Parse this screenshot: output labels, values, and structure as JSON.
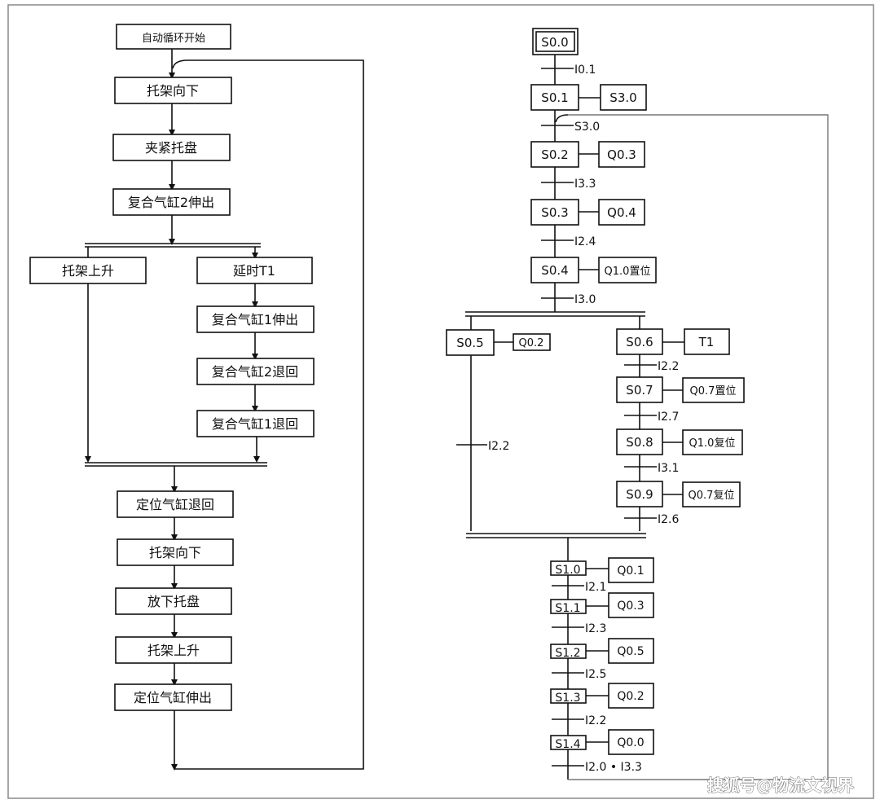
{
  "left_flow": {
    "start": "自动循环开始",
    "steps_top": [
      "托架向下",
      "夹紧托盘",
      "复合气缸2伸出"
    ],
    "branch_left": "托架上升",
    "branch_right": [
      "延时T1",
      "复合气缸1伸出",
      "复合气缸2退回",
      "复合气缸1退回"
    ],
    "steps_bottom": [
      "定位气缸退回",
      "托架向下",
      "放下托盘",
      "托架上升",
      "定位气缸伸出"
    ]
  },
  "right_sfc": {
    "init_step": "S0.0",
    "transitions": {
      "t_s00": "I0.1",
      "t_s01": "S3.0",
      "t_s02": "I3.3",
      "t_s03": "I2.4",
      "t_s04": "I3.0",
      "t_s05": "I2.2",
      "t_s06": "I2.2",
      "t_s07": "I2.7",
      "t_s08": "I3.1",
      "t_s09": "I2.6",
      "t_s10": "I2.1",
      "t_s11": "I2.3",
      "t_s12": "I2.5",
      "t_s13": "I2.2",
      "t_s14": "I2.0 • I3.3"
    },
    "steps": {
      "s01": {
        "name": "S0.1",
        "action": "S3.0"
      },
      "s02": {
        "name": "S0.2",
        "action": "Q0.3"
      },
      "s03": {
        "name": "S0.3",
        "action": "Q0.4"
      },
      "s04": {
        "name": "S0.4",
        "action": "Q1.0置位"
      },
      "s05": {
        "name": "S0.5",
        "action": "Q0.2"
      },
      "s06": {
        "name": "S0.6",
        "action": "T1"
      },
      "s07": {
        "name": "S0.7",
        "action": "Q0.7置位"
      },
      "s08": {
        "name": "S0.8",
        "action": "Q1.0复位"
      },
      "s09": {
        "name": "S0.9",
        "action": "Q0.7复位"
      },
      "s10": {
        "name": "S1.0",
        "action": "Q0.1"
      },
      "s11": {
        "name": "S1.1",
        "action": "Q0.3"
      },
      "s12": {
        "name": "S1.2",
        "action": "Q0.5"
      },
      "s13": {
        "name": "S1.3",
        "action": "Q0.2"
      },
      "s14": {
        "name": "S1.4",
        "action": "Q0.0"
      }
    }
  },
  "watermark": "搜狐号@物流文视界"
}
